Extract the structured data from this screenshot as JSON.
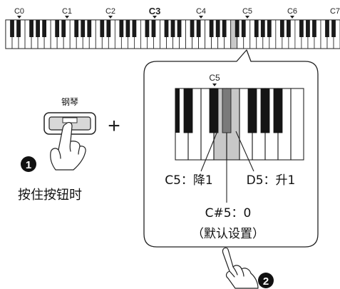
{
  "keyboard": {
    "octave_labels": [
      "C0",
      "C1",
      "C2",
      "C3",
      "C4",
      "C5",
      "C6",
      "C7"
    ],
    "highlighted_label": "C3",
    "highlighted_key": "C5"
  },
  "button": {
    "label": "钢琴",
    "plus_sign": "+",
    "hand_instruction": "按住按钮时",
    "step_number": "1"
  },
  "callout": {
    "key_label": "C5",
    "left_note": "C5：降1",
    "right_note": "D5：升1",
    "center_note": "C#5：0",
    "default_note": "（默认设置）",
    "step_number": "2"
  },
  "colors": {
    "highlight_key": "#c8c8c8",
    "dark_highlight_key": "#7a7a7a",
    "outline": "#222222"
  }
}
